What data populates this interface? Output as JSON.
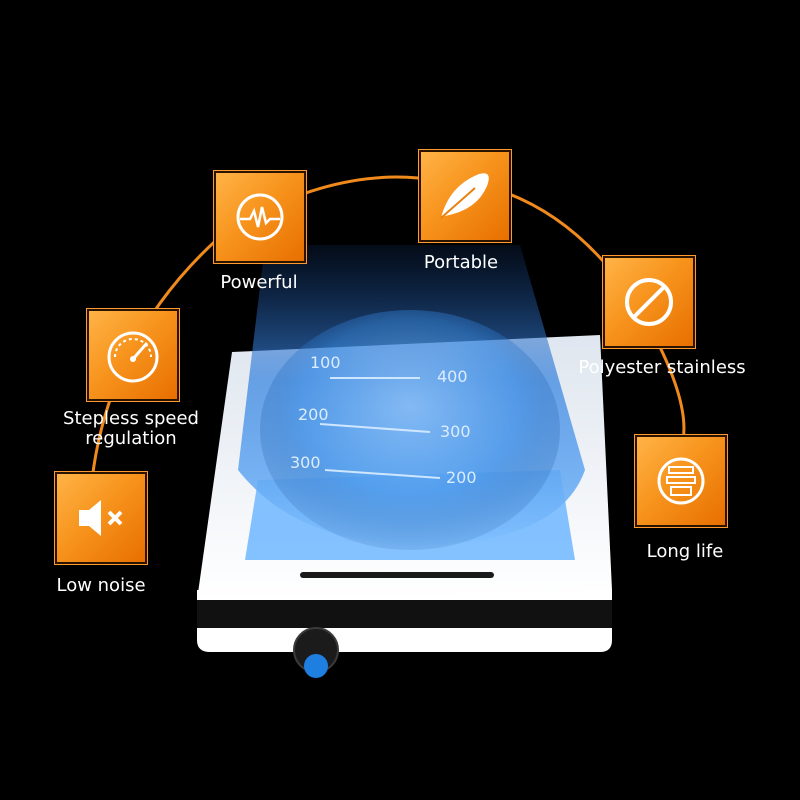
{
  "features": [
    {
      "id": "powerful",
      "icon": "heartbeat-icon",
      "label_lines": [
        "Powerful"
      ]
    },
    {
      "id": "portable",
      "icon": "feather-icon",
      "label_lines": [
        "Portable"
      ]
    },
    {
      "id": "polyester-stainless",
      "icon": "prohibited-circle-icon",
      "label_lines": [
        "Polyester stainless"
      ]
    },
    {
      "id": "stepless-speed",
      "icon": "speedometer-icon",
      "label_lines": [
        "Stepless speed",
        "regulation"
      ]
    },
    {
      "id": "long-life",
      "icon": "longevity-symbol-icon",
      "label_lines": [
        "Long life"
      ]
    },
    {
      "id": "low-noise",
      "icon": "speaker-mute-icon",
      "label_lines": [
        "Low noise"
      ]
    }
  ],
  "beaker": {
    "graduations_left": [
      "100",
      "200",
      "300"
    ],
    "graduations_right": [
      "400",
      "300",
      "200"
    ]
  },
  "colors": {
    "accent": "#f7941d",
    "arc": "#f08a1c",
    "background": "#000000",
    "liquid": "#3a8ee6"
  }
}
